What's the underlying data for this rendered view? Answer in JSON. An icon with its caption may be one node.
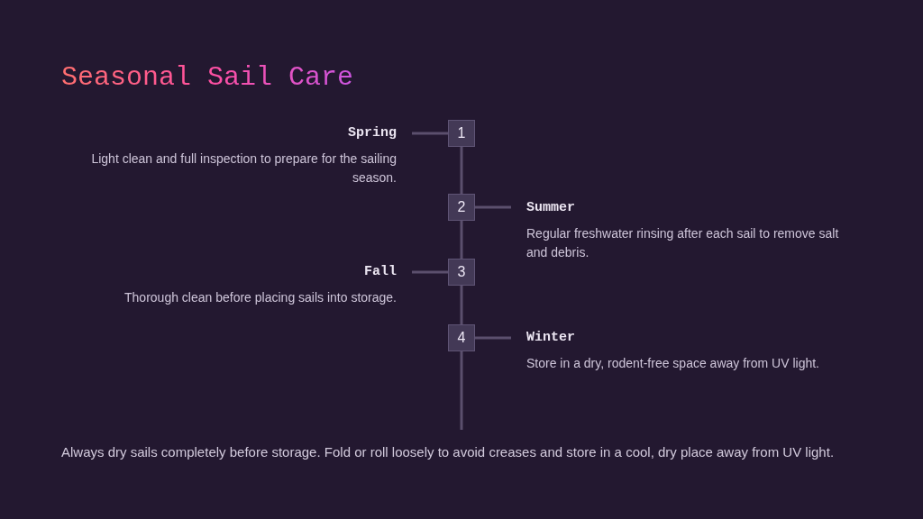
{
  "diagram": {
    "title": "Seasonal Sail Care",
    "nodes": [
      {
        "text": [
          "Spring",
          "Light clean and full inspection to prepare for the sailing season."
        ]
      },
      {
        "text": [
          "1"
        ]
      },
      {
        "text": [
          "2"
        ]
      },
      {
        "text": [
          "Summer",
          "Regular freshwater rinsing after each sail to remove salt and debris."
        ]
      },
      {
        "text": [
          "Fall",
          "Thorough clean before placing sails into storage."
        ]
      },
      {
        "text": [
          "3"
        ]
      },
      {
        "text": [
          "4"
        ]
      },
      {
        "text": [
          "Winter",
          "Store in a dry, rodent-free space away from UV light."
        ]
      }
    ],
    "edges": [
      {
        "from": 1,
        "to": 0,
        "arrow": "none"
      },
      {
        "from": 1,
        "to": 2,
        "arrow": "none"
      },
      {
        "from": 2,
        "to": 3,
        "arrow": "none"
      },
      {
        "from": 2,
        "to": 5,
        "arrow": "none"
      },
      {
        "from": 5,
        "to": 4,
        "arrow": "none"
      },
      {
        "from": 5,
        "to": 6,
        "arrow": "none"
      },
      {
        "from": 6,
        "to": 7,
        "arrow": "none"
      },
      {
        "from": 6,
        "to": null,
        "arrow": "none"
      }
    ],
    "labels": [
      "Always dry sails completely before storage. Fold or roll loosely to avoid creases and store in a cool, dry place away from UV light."
    ]
  }
}
